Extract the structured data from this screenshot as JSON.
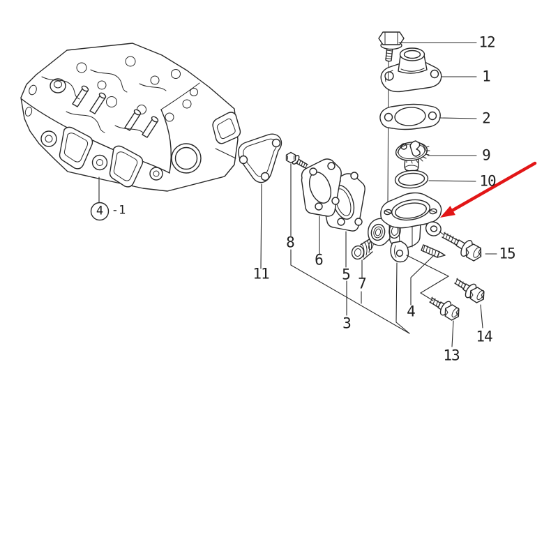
{
  "figure": {
    "background": "#ffffff",
    "line_color": "#272727",
    "arrow_color": "#e21617"
  },
  "callouts": {
    "n1": "1",
    "n2": "2",
    "n3": "3",
    "n4": "4",
    "n5": "5",
    "n6": "6",
    "n7": "7",
    "n8": "8",
    "n9": "9",
    "n10": "10",
    "n11": "11",
    "n12": "12",
    "n13": "13",
    "n14": "14",
    "n15": "15"
  },
  "head_ref": {
    "circled": "4",
    "suffix": "-1"
  }
}
